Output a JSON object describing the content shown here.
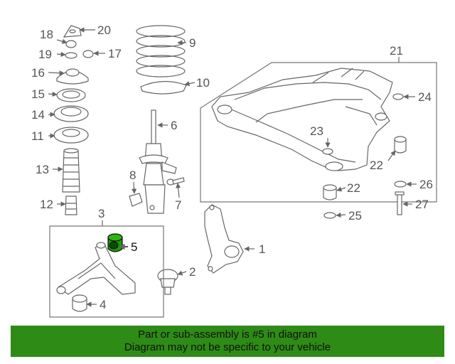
{
  "callouts": {
    "c1": "1",
    "c2": "2",
    "c3": "3",
    "c4": "4",
    "c5": "5",
    "c6": "6",
    "c7": "7",
    "c8": "8",
    "c9": "9",
    "c10": "10",
    "c11": "11",
    "c12": "12",
    "c13": "13",
    "c14": "14",
    "c15": "15",
    "c16": "16",
    "c17": "17",
    "c18": "18",
    "c19": "19",
    "c20": "20",
    "c21": "21",
    "c22a": "22",
    "c22b": "22",
    "c23": "23",
    "c24": "24",
    "c25": "25",
    "c26": "26",
    "c27": "27"
  },
  "highlight": {
    "part": "5",
    "color": "#1e9a0a"
  },
  "banner": {
    "line1": "Part or sub-assembly is #5 in diagram",
    "line2": "Diagram may not be specific to your vehicle",
    "color": "#2e8b16"
  }
}
